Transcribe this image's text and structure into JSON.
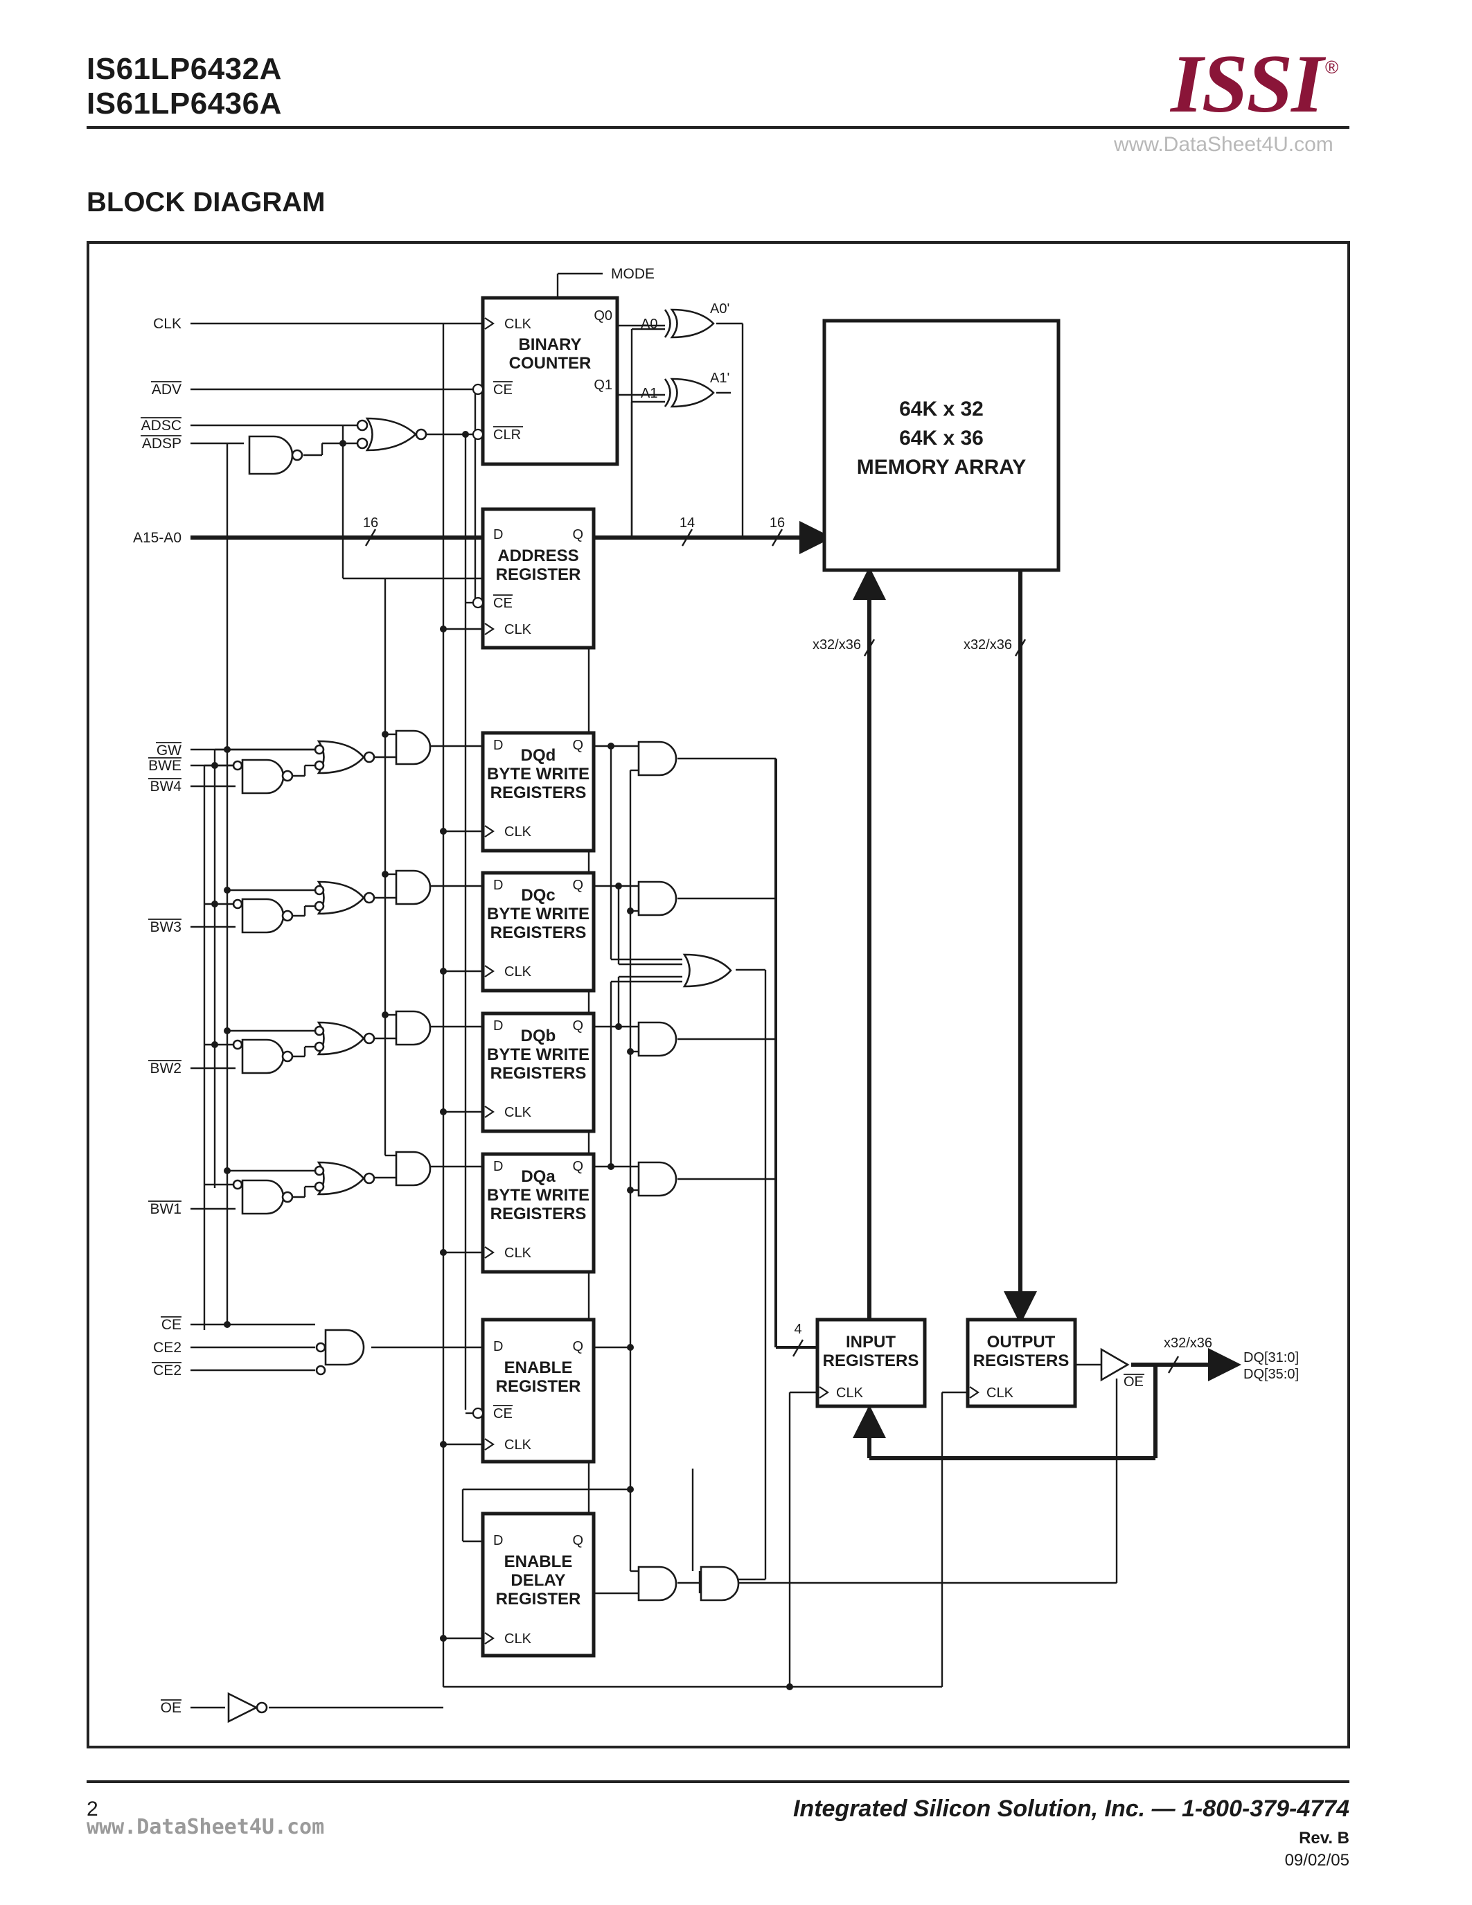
{
  "header": {
    "part_numbers": [
      "IS61LP6432A",
      "IS61LP6436A"
    ],
    "logo_text": "ISSI",
    "logo_mark": "®",
    "watermark": "www.DataSheet4U.com"
  },
  "section_title": "BLOCK DIAGRAM",
  "diagram": {
    "inputs": {
      "clk": "CLK",
      "adv": "ADV",
      "adsc": "ADSC",
      "adsp": "ADSP",
      "addr": "A15-A0",
      "gw": "GW",
      "bwe": "BWE",
      "bw4": "BW4",
      "bw3": "BW3",
      "bw2": "BW2",
      "bw1": "BW1",
      "ce": "CE",
      "ce2": "CE2",
      "ce2b": "CE2",
      "oe": "OE",
      "mode": "MODE"
    },
    "counter": {
      "title1": "BINARY",
      "title2": "COUNTER",
      "clk": "CLK",
      "ce": "CE",
      "clr": "CLR",
      "q0": "Q0",
      "q1": "Q1",
      "a0_in": "A0",
      "a1_in": "A1",
      "a0_out": "A0'",
      "a1_out": "A1'"
    },
    "address_reg": {
      "line1": "ADDRESS",
      "line2": "REGISTER",
      "d": "D",
      "q": "Q",
      "ce": "CE",
      "clk": "CLK"
    },
    "bus_widths": {
      "addr_in": "16",
      "addr_mid": "14",
      "addr_out": "16",
      "data_up": "x32/x36",
      "data_down": "x32/x36",
      "ctrl": "4",
      "dq_out": "x32/x36"
    },
    "memory": {
      "line1": "64K x 32",
      "line2": "64K x 36",
      "line3": "MEMORY ARRAY"
    },
    "byte_regs": [
      {
        "name": "DQd",
        "line1": "BYTE WRITE",
        "line2": "REGISTERS",
        "d": "D",
        "q": "Q",
        "clk": "CLK"
      },
      {
        "name": "DQc",
        "line1": "BYTE WRITE",
        "line2": "REGISTERS",
        "d": "D",
        "q": "Q",
        "clk": "CLK"
      },
      {
        "name": "DQb",
        "line1": "BYTE WRITE",
        "line2": "REGISTERS",
        "d": "D",
        "q": "Q",
        "clk": "CLK"
      },
      {
        "name": "DQa",
        "line1": "BYTE WRITE",
        "line2": "REGISTERS",
        "d": "D",
        "q": "Q",
        "clk": "CLK"
      }
    ],
    "enable_reg": {
      "line1": "ENABLE",
      "line2": "REGISTER",
      "d": "D",
      "q": "Q",
      "ce": "CE",
      "clk": "CLK"
    },
    "enable_delay_reg": {
      "line1": "ENABLE",
      "line2": "DELAY",
      "line3": "REGISTER",
      "d": "D",
      "q": "Q",
      "clk": "CLK"
    },
    "input_regs": {
      "line1": "INPUT",
      "line2": "REGISTERS",
      "clk": "CLK"
    },
    "output_regs": {
      "line1": "OUTPUT",
      "line2": "REGISTERS",
      "clk": "CLK"
    },
    "buffer_oe": "OE",
    "outputs": {
      "dq1": "DQ[31:0]",
      "dq2": "DQ[35:0]"
    }
  },
  "footer": {
    "page_number": "2",
    "company": "Integrated Silicon Solution, Inc. — 1-800-379-4774",
    "rev": "Rev.  B",
    "date": "09/02/05",
    "watermark": "www.DataSheet4U.com"
  }
}
